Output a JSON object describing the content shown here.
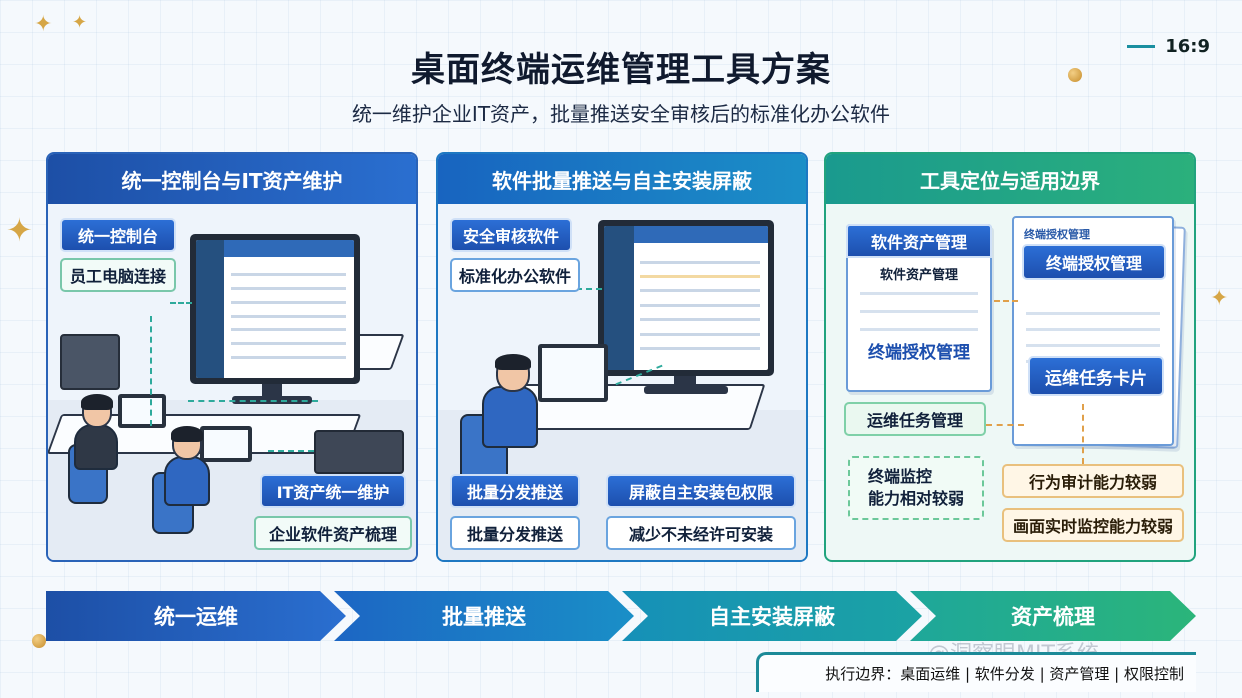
{
  "aspect_ratio": "16:9",
  "title": "桌面终端运维管理工具方案",
  "subtitle": "统一维护企业IT资产，批量推送安全审核后的标准化办公软件",
  "panels": [
    {
      "header": "统一控制台与IT资产维护",
      "labels": {
        "console": "统一控制台",
        "connect": "员工电脑连接",
        "it_maintain": "IT资产统一维护",
        "asset_sort": "企业软件资产梳理"
      }
    },
    {
      "header": "软件批量推送与自主安装屏蔽",
      "labels": {
        "audited": "安全审核软件",
        "standard": "标准化办公软件",
        "batch_push": "批量分发推送",
        "block": "屏蔽自主安装包权限",
        "batch_push2": "批量分发推送",
        "reduce": "减少不未经许可安装"
      }
    },
    {
      "header": "工具定位与适用边界",
      "labels": {
        "sw_asset_header": "软件资产管理",
        "sw_asset_sub": "软件资产管理",
        "auth_mgmt_card": "终端授权管理",
        "auth_mgmt_header": "终端授权管理",
        "task_card": "运维任务卡片",
        "task_mgmt": "运维任务管理",
        "monitor_weak": "终端监控\n能力相对较弱",
        "audit_weak": "行为审计能力较弱",
        "screen_weak": "画面实时监控能力较弱"
      }
    }
  ],
  "flow": [
    "统一运维",
    "批量推送",
    "自主安装屏蔽",
    "资产梳理"
  ],
  "footer": "执行边界：桌面运维 | 软件分发 | 资产管理 | 权限控制",
  "watermark": "@洞察眼MIT系统"
}
